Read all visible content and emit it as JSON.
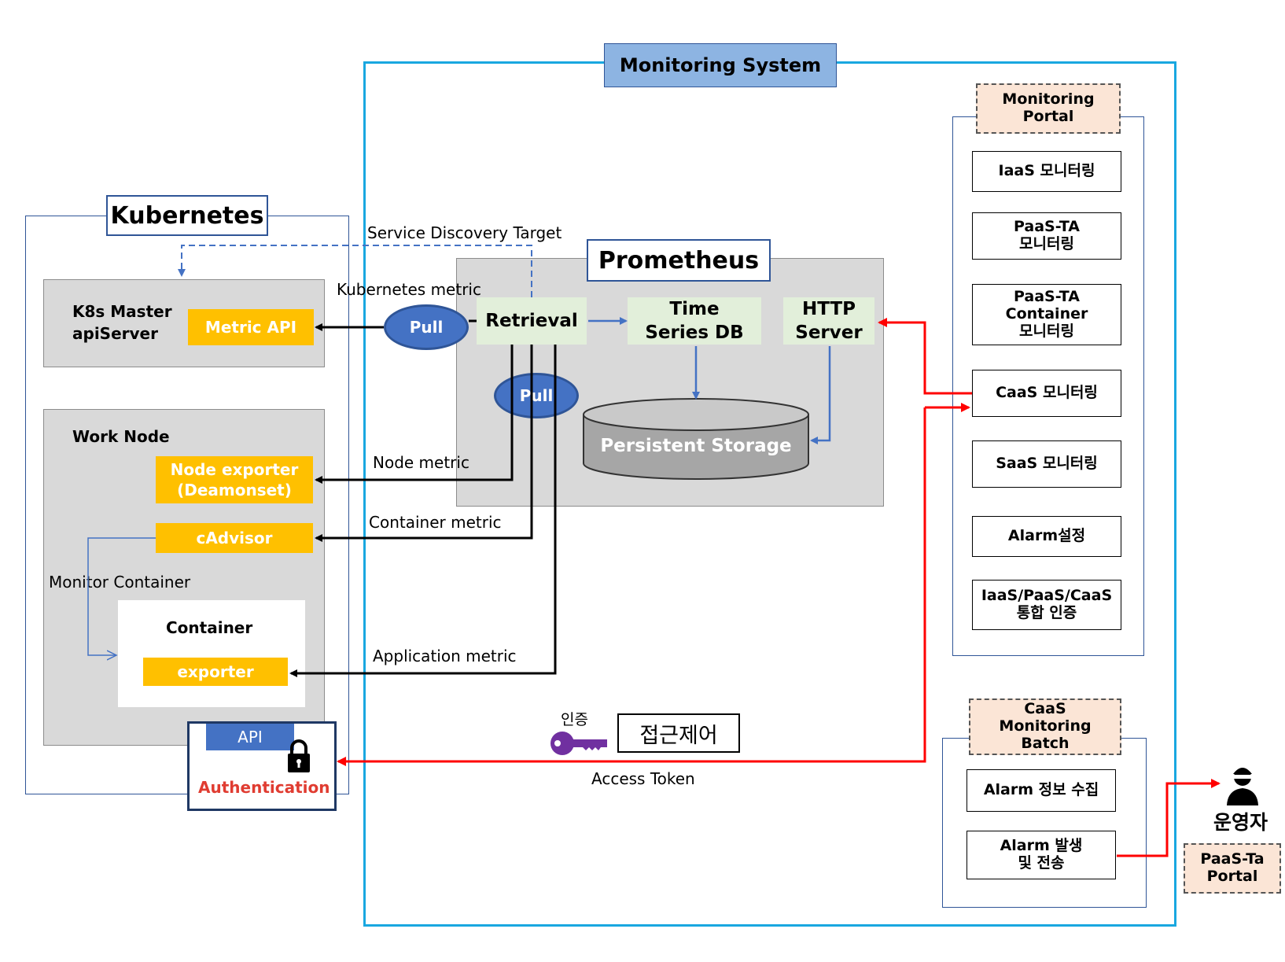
{
  "monitoring_system": {
    "title": "Monitoring System"
  },
  "kubernetes": {
    "title": "Kubernetes",
    "master": {
      "label": "K8s Master\napiServer",
      "metric_api": "Metric API"
    },
    "work_node": {
      "title": "Work Node",
      "node_exporter": "Node exporter\n(Deamonset)",
      "cadvisor": "cAdvisor",
      "monitor_container": "Monitor Container",
      "container": {
        "title": "Container",
        "exporter": "exporter"
      }
    },
    "api": "API",
    "authentication": "Authentication"
  },
  "labels": {
    "service_discovery": "Service  Discovery  Target",
    "kubernetes_metric": "Kubernetes metric",
    "node_metric": "Node metric",
    "container_metric": "Container metric",
    "application_metric": "Application  metric",
    "auth": "인증",
    "access_control": "접근제어",
    "access_token": "Access Token"
  },
  "prometheus": {
    "title": "Prometheus",
    "pull_top": "Pull",
    "pull_bottom": "Pull",
    "retrieval": "Retrieval",
    "tsdb": "Time\nSeries DB",
    "http_server": "HTTP\nServer",
    "storage": "Persistent Storage"
  },
  "portal": {
    "title": "Monitoring\nPortal",
    "items": [
      "IaaS 모니터링",
      "PaaS-TA\n모니터링",
      "PaaS-TA\nContainer\n모니터링",
      "CaaS 모니터링",
      "SaaS 모니터링",
      "Alarm설정",
      "IaaS/PaaS/CaaS\n통합 인증"
    ]
  },
  "batch": {
    "title": "CaaS\nMonitoring\nBatch",
    "items": [
      "Alarm 정보 수집",
      "Alarm 발생\n및 전송"
    ]
  },
  "operator": {
    "label": "운영자"
  },
  "paas_ta_portal": {
    "label": "PaaS-Ta\nPortal"
  },
  "colors": {
    "frame_blue": "#19a7e0",
    "title_blue": "#8db4e2",
    "orange": "#ffc000",
    "green": "#e2efda",
    "pull_blue": "#4472c4",
    "red": "#ff0000",
    "peach": "#fbe5d6",
    "key_purple": "#7030a0"
  }
}
